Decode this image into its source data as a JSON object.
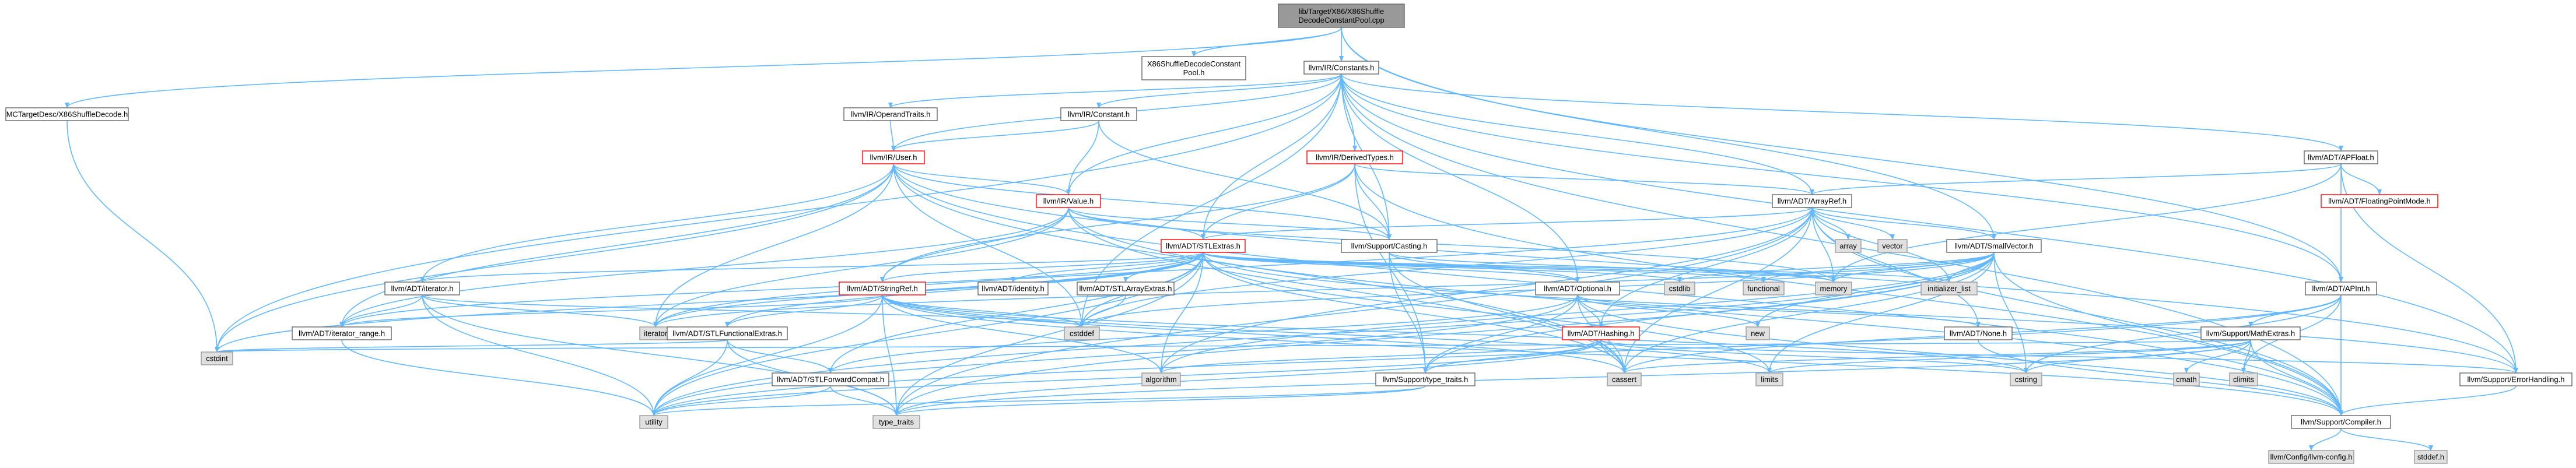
{
  "colors": {
    "edge": "#63b8ff",
    "edge_arrow": "#63b8ff",
    "node_default_fill": "#ffffff",
    "node_default_border": "#666666",
    "node_root_fill": "#999999",
    "node_root_border": "#666666",
    "node_red_border": "#ff0000",
    "node_gray_fill": "#e0e0e0",
    "node_gray_border": "#999999",
    "text": "#000000"
  },
  "nodes": [
    {
      "id": "root",
      "lines": [
        "lib/Target/X86/X86Shuffle",
        "DecodeConstantPool.cpp"
      ],
      "style": "root"
    },
    {
      "id": "x86sdcp_h",
      "lines": [
        "X86ShuffleDecodeConstant",
        "Pool.h"
      ],
      "style": "normal"
    },
    {
      "id": "constants_h",
      "lines": [
        "llvm/IR/Constants.h"
      ],
      "style": "normal"
    },
    {
      "id": "mctarget",
      "lines": [
        "MCTargetDesc/X86ShuffleDecode.h"
      ],
      "style": "normal"
    },
    {
      "id": "operandtraits",
      "lines": [
        "llvm/IR/OperandTraits.h"
      ],
      "style": "normal"
    },
    {
      "id": "constant_h",
      "lines": [
        "llvm/IR/Constant.h"
      ],
      "style": "normal"
    },
    {
      "id": "derivedtypes",
      "lines": [
        "llvm/IR/DerivedTypes.h"
      ],
      "style": "red"
    },
    {
      "id": "apfloat",
      "lines": [
        "llvm/ADT/APFloat.h"
      ],
      "style": "normal"
    },
    {
      "id": "user_h",
      "lines": [
        "llvm/IR/User.h"
      ],
      "style": "red"
    },
    {
      "id": "value_h",
      "lines": [
        "llvm/IR/Value.h"
      ],
      "style": "red"
    },
    {
      "id": "arrayref",
      "lines": [
        "llvm/ADT/ArrayRef.h"
      ],
      "style": "normal"
    },
    {
      "id": "fpmode",
      "lines": [
        "llvm/ADT/FloatingPointMode.h"
      ],
      "style": "red"
    },
    {
      "id": "stlextras",
      "lines": [
        "llvm/ADT/STLExtras.h"
      ],
      "style": "red"
    },
    {
      "id": "casting",
      "lines": [
        "llvm/Support/Casting.h"
      ],
      "style": "normal"
    },
    {
      "id": "array",
      "lines": [
        "array"
      ],
      "style": "gray"
    },
    {
      "id": "vector",
      "lines": [
        "vector"
      ],
      "style": "gray"
    },
    {
      "id": "smallvector",
      "lines": [
        "llvm/ADT/SmallVector.h"
      ],
      "style": "normal"
    },
    {
      "id": "apint",
      "lines": [
        "llvm/ADT/APInt.h"
      ],
      "style": "normal"
    },
    {
      "id": "iterator_h",
      "lines": [
        "llvm/ADT/iterator.h"
      ],
      "style": "normal"
    },
    {
      "id": "stringref",
      "lines": [
        "llvm/ADT/StringRef.h"
      ],
      "style": "red"
    },
    {
      "id": "identity",
      "lines": [
        "llvm/ADT/identity.h"
      ],
      "style": "normal"
    },
    {
      "id": "stlarrayextras",
      "lines": [
        "llvm/ADT/STLArrayExtras.h"
      ],
      "style": "normal"
    },
    {
      "id": "optional",
      "lines": [
        "llvm/ADT/Optional.h"
      ],
      "style": "normal"
    },
    {
      "id": "cstdlib",
      "lines": [
        "cstdlib"
      ],
      "style": "gray"
    },
    {
      "id": "functional",
      "lines": [
        "functional"
      ],
      "style": "gray"
    },
    {
      "id": "memory",
      "lines": [
        "memory"
      ],
      "style": "gray"
    },
    {
      "id": "initializer_list",
      "lines": [
        "initializer_list"
      ],
      "style": "gray"
    },
    {
      "id": "iterator_range",
      "lines": [
        "llvm/ADT/iterator_range.h"
      ],
      "style": "normal"
    },
    {
      "id": "iterator",
      "lines": [
        "iterator"
      ],
      "style": "gray"
    },
    {
      "id": "cstddef",
      "lines": [
        "cstddef"
      ],
      "style": "gray"
    },
    {
      "id": "stlfunctionalextras",
      "lines": [
        "llvm/ADT/STLFunctionalExtras.h"
      ],
      "style": "normal"
    },
    {
      "id": "hashing",
      "lines": [
        "llvm/ADT/Hashing.h"
      ],
      "style": "red"
    },
    {
      "id": "new",
      "lines": [
        "new"
      ],
      "style": "gray"
    },
    {
      "id": "none_h",
      "lines": [
        "llvm/ADT/None.h"
      ],
      "style": "normal"
    },
    {
      "id": "mathextras",
      "lines": [
        "llvm/Support/MathExtras.h"
      ],
      "style": "normal"
    },
    {
      "id": "cstdint",
      "lines": [
        "cstdint"
      ],
      "style": "gray"
    },
    {
      "id": "stlforwardcompat",
      "lines": [
        "llvm/ADT/STLForwardCompat.h"
      ],
      "style": "normal"
    },
    {
      "id": "algorithm",
      "lines": [
        "algorithm"
      ],
      "style": "gray"
    },
    {
      "id": "typetraits_llvm",
      "lines": [
        "llvm/Support/type_traits.h"
      ],
      "style": "normal"
    },
    {
      "id": "cassert",
      "lines": [
        "cassert"
      ],
      "style": "gray"
    },
    {
      "id": "limits",
      "lines": [
        "limits"
      ],
      "style": "gray"
    },
    {
      "id": "cstring",
      "lines": [
        "cstring"
      ],
      "style": "gray"
    },
    {
      "id": "cmath",
      "lines": [
        "cmath"
      ],
      "style": "gray"
    },
    {
      "id": "climits",
      "lines": [
        "climits"
      ],
      "style": "gray"
    },
    {
      "id": "errorhandling",
      "lines": [
        "llvm/Support/ErrorHandling.h"
      ],
      "style": "normal"
    },
    {
      "id": "utility",
      "lines": [
        "utility"
      ],
      "style": "gray"
    },
    {
      "id": "type_traits",
      "lines": [
        "type_traits"
      ],
      "style": "gray"
    },
    {
      "id": "compiler",
      "lines": [
        "llvm/Support/Compiler.h"
      ],
      "style": "normal"
    },
    {
      "id": "llvmconfig",
      "lines": [
        "llvm/Config/llvm-config.h"
      ],
      "style": "gray"
    },
    {
      "id": "stddef",
      "lines": [
        "stddef.h"
      ],
      "style": "gray"
    }
  ],
  "edges": [
    [
      "root",
      "x86sdcp_h"
    ],
    [
      "root",
      "constants_h"
    ],
    [
      "root",
      "mctarget"
    ],
    [
      "root",
      "smallvector"
    ],
    [
      "root",
      "apint"
    ],
    [
      "constants_h",
      "operandtraits"
    ],
    [
      "constants_h",
      "constant_h"
    ],
    [
      "constants_h",
      "derivedtypes"
    ],
    [
      "constants_h",
      "apfloat"
    ],
    [
      "constants_h",
      "user_h"
    ],
    [
      "constants_h",
      "value_h"
    ],
    [
      "constants_h",
      "arrayref"
    ],
    [
      "constants_h",
      "stlextras"
    ],
    [
      "constants_h",
      "casting"
    ],
    [
      "constants_h",
      "optional"
    ],
    [
      "constants_h",
      "apint"
    ],
    [
      "constants_h",
      "compiler"
    ],
    [
      "constants_h",
      "errorhandling"
    ],
    [
      "constants_h",
      "cstdint"
    ],
    [
      "constants_h",
      "cstddef"
    ],
    [
      "mctarget",
      "cstdint"
    ],
    [
      "operandtraits",
      "user_h"
    ],
    [
      "constant_h",
      "user_h"
    ],
    [
      "constant_h",
      "value_h"
    ],
    [
      "constant_h",
      "casting"
    ],
    [
      "derivedtypes",
      "stringref"
    ],
    [
      "derivedtypes",
      "stlextras"
    ],
    [
      "derivedtypes",
      "casting"
    ],
    [
      "derivedtypes",
      "arrayref"
    ],
    [
      "derivedtypes",
      "compiler"
    ],
    [
      "derivedtypes",
      "typetraits_llvm"
    ],
    [
      "apfloat",
      "fpmode"
    ],
    [
      "apfloat",
      "apint"
    ],
    [
      "apfloat",
      "arrayref"
    ],
    [
      "apfloat",
      "errorhandling"
    ],
    [
      "apfloat",
      "memory"
    ],
    [
      "user_h",
      "value_h"
    ],
    [
      "user_h",
      "iterator_h"
    ],
    [
      "user_h",
      "iterator_range"
    ],
    [
      "user_h",
      "casting"
    ],
    [
      "user_h",
      "compiler"
    ],
    [
      "user_h",
      "errorhandling"
    ],
    [
      "user_h",
      "cassert"
    ],
    [
      "user_h",
      "cstdint"
    ],
    [
      "user_h",
      "iterator"
    ],
    [
      "user_h",
      "cstddef"
    ],
    [
      "value_h",
      "stringref"
    ],
    [
      "value_h",
      "stlextras"
    ],
    [
      "value_h",
      "iterator_range"
    ],
    [
      "value_h",
      "casting"
    ],
    [
      "value_h",
      "compiler"
    ],
    [
      "value_h",
      "cassert"
    ],
    [
      "value_h",
      "iterator"
    ],
    [
      "value_h",
      "memory"
    ],
    [
      "arrayref",
      "hashing"
    ],
    [
      "arrayref",
      "none_h"
    ],
    [
      "arrayref",
      "smallvector"
    ],
    [
      "arrayref",
      "stlextras"
    ],
    [
      "arrayref",
      "compiler"
    ],
    [
      "arrayref",
      "algorithm"
    ],
    [
      "arrayref",
      "array"
    ],
    [
      "arrayref",
      "cassert"
    ],
    [
      "arrayref",
      "cstddef"
    ],
    [
      "arrayref",
      "initializer_list"
    ],
    [
      "arrayref",
      "iterator"
    ],
    [
      "arrayref",
      "memory"
    ],
    [
      "arrayref",
      "type_traits"
    ],
    [
      "arrayref",
      "vector"
    ],
    [
      "stlextras",
      "iterator_h"
    ],
    [
      "stlextras",
      "stringref"
    ],
    [
      "stlextras",
      "identity"
    ],
    [
      "stlextras",
      "stlarrayextras"
    ],
    [
      "stlextras",
      "optional"
    ],
    [
      "stlextras",
      "stlforwardcompat"
    ],
    [
      "stlextras",
      "stlfunctionalextras"
    ],
    [
      "stlextras",
      "iterator_range"
    ],
    [
      "stlextras",
      "errorhandling"
    ],
    [
      "stlextras",
      "algorithm"
    ],
    [
      "stlextras",
      "cassert"
    ],
    [
      "stlextras",
      "cstddef"
    ],
    [
      "stlextras",
      "cstdint"
    ],
    [
      "stlextras",
      "cstdlib"
    ],
    [
      "stlextras",
      "functional"
    ],
    [
      "stlextras",
      "initializer_list"
    ],
    [
      "stlextras",
      "iterator"
    ],
    [
      "stlextras",
      "limits"
    ],
    [
      "stlextras",
      "memory"
    ],
    [
      "stlextras",
      "tuple_like"
    ],
    [
      "stlextras",
      "type_traits"
    ],
    [
      "stlextras",
      "utility"
    ],
    [
      "casting",
      "optional"
    ],
    [
      "casting",
      "typetraits_llvm"
    ],
    [
      "casting",
      "cassert"
    ],
    [
      "casting",
      "memory"
    ],
    [
      "smallvector",
      "compiler"
    ],
    [
      "smallvector",
      "typetraits_llvm"
    ],
    [
      "smallvector",
      "algorithm"
    ],
    [
      "smallvector",
      "cassert"
    ],
    [
      "smallvector",
      "cstddef"
    ],
    [
      "smallvector",
      "cstdlib"
    ],
    [
      "smallvector",
      "cstring"
    ],
    [
      "smallvector",
      "functional"
    ],
    [
      "smallvector",
      "initializer_list"
    ],
    [
      "smallvector",
      "iterator"
    ],
    [
      "smallvector",
      "limits"
    ],
    [
      "smallvector",
      "memory"
    ],
    [
      "smallvector",
      "new"
    ],
    [
      "smallvector",
      "type_traits"
    ],
    [
      "smallvector",
      "utility"
    ],
    [
      "apint",
      "mathextras"
    ],
    [
      "apint",
      "compiler"
    ],
    [
      "apint",
      "cassert"
    ],
    [
      "apint",
      "climits"
    ],
    [
      "apint",
      "cstring"
    ],
    [
      "apint",
      "utility"
    ],
    [
      "iterator_h",
      "iterator_range"
    ],
    [
      "iterator_h",
      "cstddef"
    ],
    [
      "iterator_h",
      "iterator"
    ],
    [
      "iterator_h",
      "type_traits"
    ],
    [
      "iterator_h",
      "utility"
    ],
    [
      "stringref",
      "stlfunctionalextras"
    ],
    [
      "stringref",
      "iterator_range"
    ],
    [
      "stringref",
      "compiler"
    ],
    [
      "stringref",
      "algorithm"
    ],
    [
      "stringref",
      "cassert"
    ],
    [
      "stringref",
      "cstddef"
    ],
    [
      "stringref",
      "cstring"
    ],
    [
      "stringref",
      "limits"
    ],
    [
      "stringref",
      "type_traits"
    ],
    [
      "stringref",
      "utility"
    ],
    [
      "stlarrayextras",
      "cstddef"
    ],
    [
      "optional",
      "hashing"
    ],
    [
      "optional",
      "none_h"
    ],
    [
      "optional",
      "stlforwardcompat"
    ],
    [
      "optional",
      "compiler"
    ],
    [
      "optional",
      "typetraits_llvm"
    ],
    [
      "optional",
      "cassert"
    ],
    [
      "optional",
      "new"
    ],
    [
      "optional",
      "utility"
    ],
    [
      "iterator_range",
      "utility"
    ],
    [
      "stlfunctionalextras",
      "stlforwardcompat"
    ],
    [
      "stlfunctionalextras",
      "cstdint"
    ],
    [
      "stlfunctionalextras",
      "type_traits"
    ],
    [
      "stlfunctionalextras",
      "utility"
    ],
    [
      "hashing",
      "errorhandling"
    ],
    [
      "hashing",
      "algorithm"
    ],
    [
      "hashing",
      "cassert"
    ],
    [
      "hashing",
      "cstring"
    ],
    [
      "hashing",
      "type_traits"
    ],
    [
      "hashing",
      "utility"
    ],
    [
      "hashing",
      "typetraits_llvm"
    ],
    [
      "none_h",
      "compiler"
    ],
    [
      "mathextras",
      "compiler"
    ],
    [
      "mathextras",
      "cassert"
    ],
    [
      "mathextras",
      "climits"
    ],
    [
      "mathextras",
      "cmath"
    ],
    [
      "mathextras",
      "cstdint"
    ],
    [
      "mathextras",
      "cstring"
    ],
    [
      "mathextras",
      "limits"
    ],
    [
      "mathextras",
      "type_traits"
    ],
    [
      "stlforwardcompat",
      "type_traits"
    ],
    [
      "stlforwardcompat",
      "utility"
    ],
    [
      "typetraits_llvm",
      "type_traits"
    ],
    [
      "typetraits_llvm",
      "utility"
    ],
    [
      "errorhandling",
      "compiler"
    ],
    [
      "compiler",
      "llvmconfig"
    ],
    [
      "compiler",
      "stddef"
    ]
  ]
}
